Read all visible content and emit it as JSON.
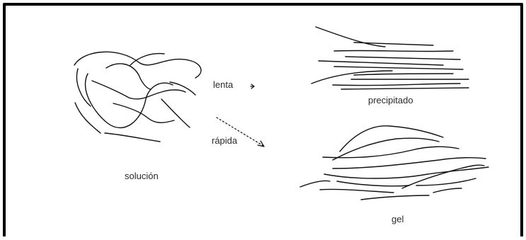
{
  "labels": {
    "solution": "solución",
    "slow": "lenta",
    "fast": "rápida",
    "precipitate": "precipitado",
    "gel": "gel"
  }
}
